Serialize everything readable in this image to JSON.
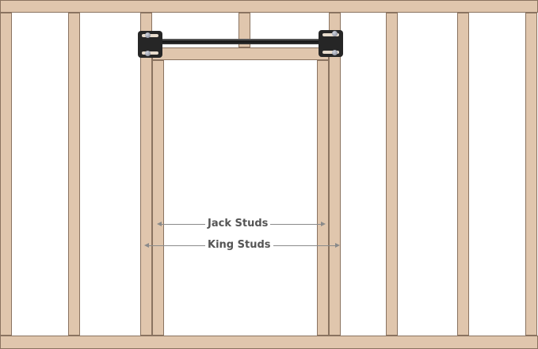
{
  "diagram": {
    "title": "Wall framing with door opening and pull-up bar",
    "labels": {
      "jack_studs": "Jack Studs",
      "king_studs": "King Studs"
    },
    "colors": {
      "wood": "#e0c6ad",
      "wood_edge": "#8a7360",
      "bracket": "#262626",
      "bar": "#111111",
      "arrow": "#8a8a8a",
      "label_text": "#555555"
    },
    "components": [
      "top-plate",
      "bottom-plate",
      "studs",
      "king-studs",
      "jack-studs",
      "header",
      "cripple-stud",
      "pull-up-bar",
      "mounting-brackets"
    ]
  }
}
